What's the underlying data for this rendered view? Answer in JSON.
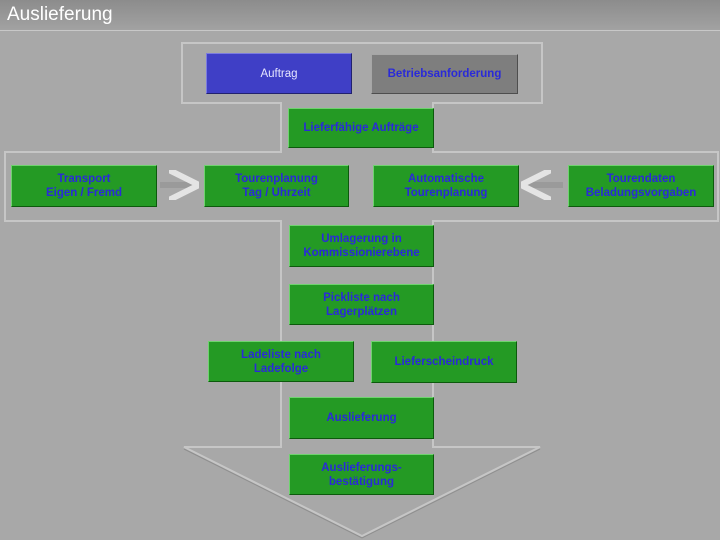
{
  "window": {
    "title": "Auslieferung"
  },
  "diagram": {
    "colors": {
      "step": "#249a24",
      "start": "#3f3fc6",
      "alternative": "#7e7e7e",
      "text": "#2a2ad8"
    },
    "nodes": {
      "auftrag": "Auftrag",
      "betriebsanforderung": "Betriebsanforderung",
      "lieferfaehige_auftraege": "Lieferfähige Aufträge",
      "transport": "Transport\nEigen / Fremd",
      "tourenplanung": "Tourenplanung\nTag / Uhrzeit",
      "automatische_tourenplanung": "Automatische\nTourenplanung",
      "tourendaten": "Tourendaten\nBeladungsvorgaben",
      "umlagerung": "Umlagerung in\nKommissionierebene",
      "pickliste": "Pickliste nach\nLagerplätzen",
      "ladeliste": "Ladeliste nach\nLadefolge",
      "lieferscheindruck": "Lieferscheindruck",
      "auslieferung": "Auslieferung",
      "auslieferungsbestaetigung": "Auslieferungs-\nbestätigung"
    },
    "edges": [
      {
        "from": "transport",
        "to": "tourenplanung"
      },
      {
        "from": "tourendaten",
        "to": "automatische_tourenplanung"
      }
    ]
  }
}
